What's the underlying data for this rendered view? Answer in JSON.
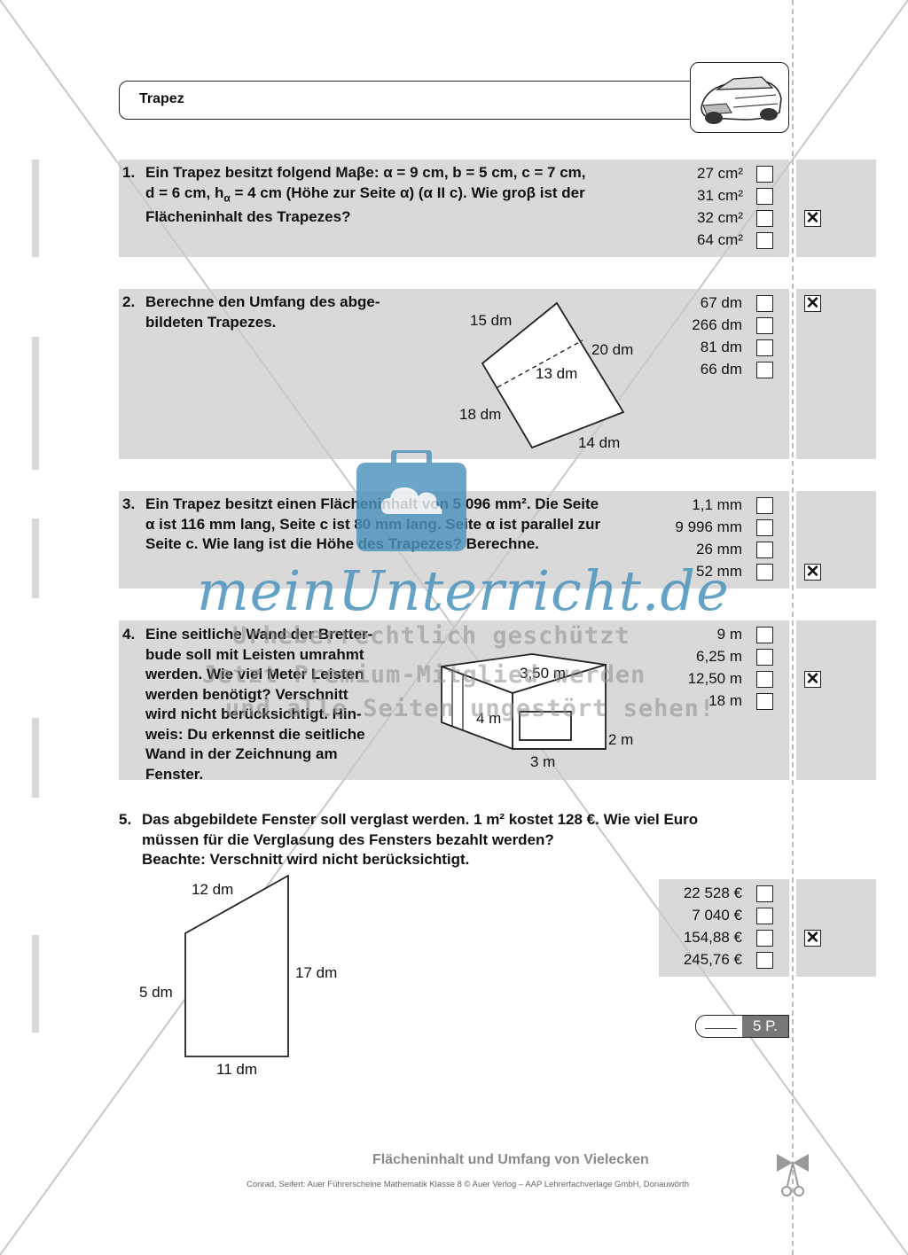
{
  "header": {
    "title": "Trapez"
  },
  "q1": {
    "number": "1.",
    "line1": "Ein Trapez besitzt folgend Maβe: α = 9 cm, b = 5 cm, c = 7 cm,",
    "line2_pre": "d = 6 cm, h",
    "line2_sub": "α",
    "line2_post": " = 4 cm (Höhe zur Seite α)  (α II c). Wie groβ ist der",
    "line3": "Flächeninhalt des Trapezes?",
    "options": [
      "27 cm²",
      "31 cm²",
      "32 cm²",
      "64 cm²"
    ],
    "solution_mark": "✕"
  },
  "q2": {
    "number": "2.",
    "line1": "Berechne den Umfang des abge-",
    "line2": "bildeten Trapezes.",
    "figure_labels": [
      "15 dm",
      "20 dm",
      "13 dm",
      "18 dm",
      "14 dm"
    ],
    "options": [
      "67 dm",
      "266 dm",
      "81 dm",
      "66 dm"
    ],
    "solution_mark": "✕"
  },
  "q3": {
    "number": "3.",
    "line1": "Ein Trapez besitzt einen Flächeninhalt von 5 096 mm². Die Seite",
    "line2": "α ist 116 mm lang, Seite c ist 80 mm lang. Seite α ist parallel zur",
    "line3": "Seite c. Wie lang ist die Höhe des Trapezes? Berechne.",
    "options": [
      "1,1 mm",
      "9 996 mm",
      "26 mm",
      "52 mm"
    ],
    "solution_mark": "✕"
  },
  "q4": {
    "number": "4.",
    "lines": [
      "Eine seitliche Wand der Bretter-",
      "bude soll mit Leisten umrahmt",
      "werden. Wie viel Meter Leisten",
      "werden benötigt? Verschnitt",
      "wird nicht berücksichtigt. Hin-",
      "weis: Du erkennst die seitliche",
      "Wand in der Zeichnung am",
      "Fenster."
    ],
    "figure_labels": [
      "3,50 m",
      "4 m",
      "2 m",
      "3 m"
    ],
    "options": [
      "9 m",
      "6,25 m",
      "12,50 m",
      "18 m"
    ],
    "solution_mark": "✕"
  },
  "q5": {
    "number": "5.",
    "line1": "Das abgebildete Fenster soll verglast werden. 1 m² kostet 128 €. Wie viel Euro",
    "line2": "müssen für die Verglasung des Fensters bezahlt werden?",
    "line3": "Beachte: Verschnitt wird nicht berücksichtigt.",
    "figure_labels": [
      "12 dm",
      "5 dm",
      "17 dm",
      "11 dm"
    ],
    "options": [
      "22 528 €",
      "7 040 €",
      "154,88 €",
      "245,76 €"
    ],
    "solution_mark": "✕"
  },
  "score": {
    "label": "5 P."
  },
  "watermark": {
    "logo": "meinUnterricht.de",
    "line1": "Urheberrechtlich geschützt",
    "line2": "Jetzt Premium-Mitglied werden",
    "line3": "und alle Seiten ungestört sehen!"
  },
  "footer": {
    "title": "Flächeninhalt und Umfang von Vielecken",
    "copyright": "Conrad, Seifert: Auer Führerscheine Mathematik Klasse 8 © Auer Verlog – AAP Lehrerfachverlage GmbH, Donauwörth"
  }
}
